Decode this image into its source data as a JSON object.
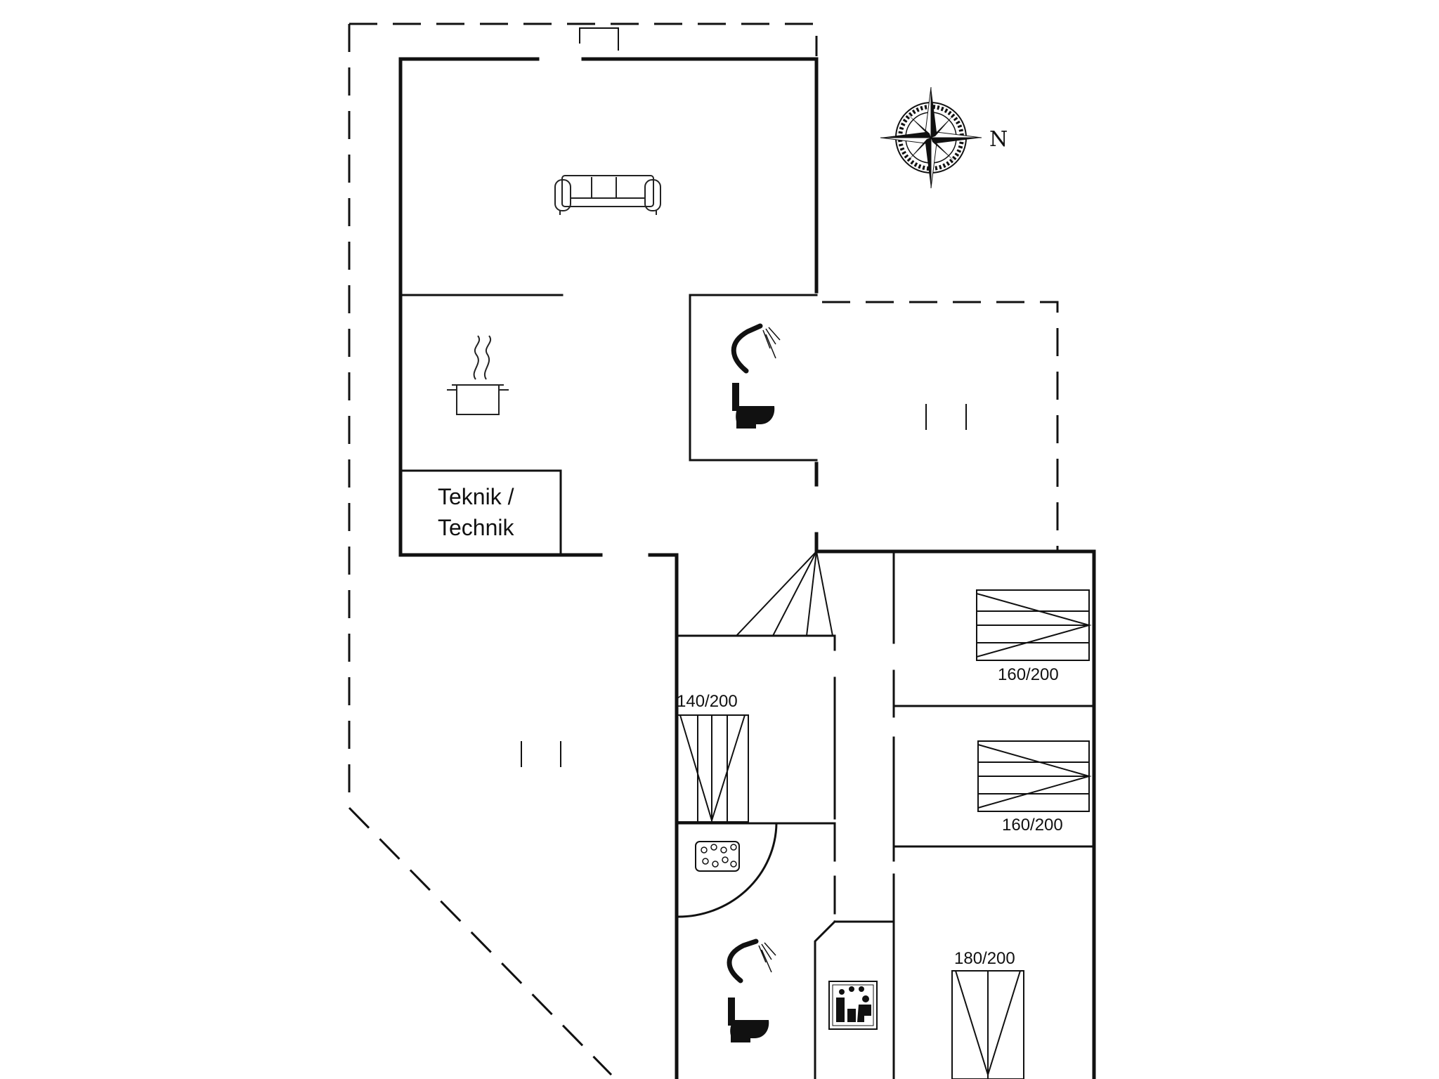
{
  "floorplan": {
    "rooms": {
      "technik_line1": "Teknik /",
      "technik_line2": "Technik"
    },
    "beds": {
      "bed_1": "160/200",
      "bed_2": "160/200",
      "bed_3": "140/200",
      "bed_4": "180/200"
    },
    "compass": {
      "north_label": "N"
    },
    "icons": [
      "sofa-icon",
      "cooking-pot-icon",
      "shower-icon",
      "toilet-icon",
      "compass-rose-icon",
      "hot-tub-icon",
      "sauna-icon",
      "bed-icon"
    ]
  }
}
